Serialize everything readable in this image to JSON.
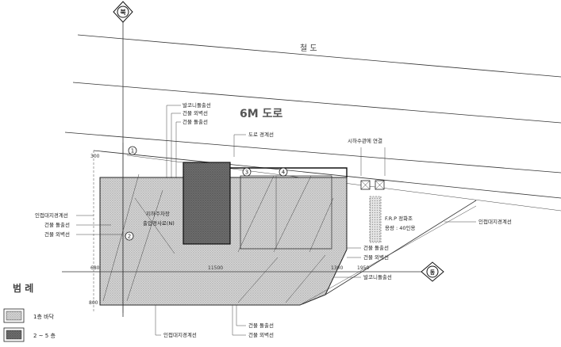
{
  "north_marker": "북",
  "east_marker": "동",
  "roads": {
    "railway": "철      도",
    "road_6m": "6M 도로"
  },
  "labels": {
    "balcony_top": "발코니돌출선",
    "wall_center_top": "건물 외벽선",
    "eave_top": "건물 돌출선",
    "road_boundary": "도로 경계선",
    "sewer": "시하수관에 연결",
    "frp_line1": "F.R.P 정화조",
    "frp_line2": "용량 : 40인용",
    "adjacent_left": "인접대지경계선",
    "eave_left": "건물 돌출선",
    "wall_left": "건물 외벽선",
    "adjacent_right": "인접대지경계선",
    "eave_right": "건물 돌출선",
    "wall_right": "건물 외벽선",
    "balcony_right": "발코니돌출선",
    "adjacent_bottom": "인접대지경계선",
    "eave_bottom": "건물 돌출선",
    "wall_bottom": "건물 외벽선",
    "inner_line1": "지하주차장",
    "inner_line2": "출입경사로(N)"
  },
  "circle_marks": [
    "1",
    "2",
    "3",
    "4"
  ],
  "dimensions": {
    "left_top": "300",
    "left_mid": "680",
    "left_bottom": "800",
    "width": "11500",
    "right_a": "1300",
    "right_b": "1950"
  },
  "legend": {
    "title": "범 례",
    "items": [
      {
        "label": "1층 바닥"
      },
      {
        "label": "2 ~ 5 층"
      }
    ]
  }
}
